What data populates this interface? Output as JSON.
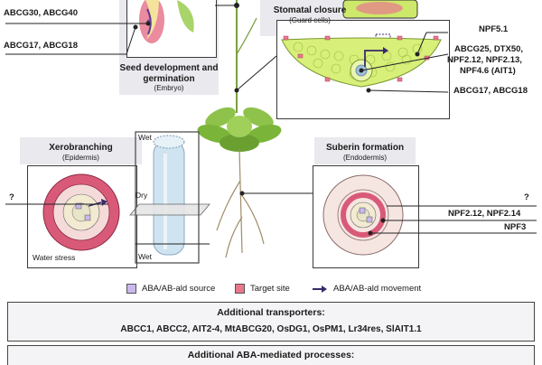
{
  "labels": {
    "seed_top": "ABCG30, ABCG40",
    "seed_bottom": "ABCG17, ABCG18",
    "guard_npf51": "NPF5.1",
    "guard_abcg25": "ABCG25, DTX50,",
    "guard_npf212": "NPF2.12, NPF2.13,",
    "guard_npf46": "NPF4.6 (AIT1)",
    "guard_abcg17": "ABCG17, ABCG18",
    "xero_q": "?",
    "sub_q": "?",
    "sub_npf212": "NPF2.12, NPF2.14",
    "sub_npf3": "NPF3"
  },
  "panels": {
    "seed": {
      "title": "Seed development and germination",
      "subtitle": "(Embryo)"
    },
    "stomata": {
      "title": "Stomatal closure",
      "subtitle": "(Guard cells)"
    },
    "xero": {
      "title": "Xerobranching",
      "subtitle": "(Epidermis)",
      "note": "Water stress"
    },
    "suberin": {
      "title": "Suberin formation",
      "subtitle": "(Endodermis)"
    },
    "root": {
      "wet_top": "Wet",
      "dry": "Dry",
      "wet_bottom": "Wet"
    }
  },
  "legend": {
    "source": "ABA/AB-ald source",
    "target": "Target site",
    "movement": "ABA/AB-ald movement",
    "colors": {
      "source": "#c9b8ec",
      "target": "#e8778e",
      "movement": "#3a2a6a"
    }
  },
  "boxes": {
    "transporters_title": "Additional transporters:",
    "transporters_list": "ABCC1, ABCC2, AIT2-4, MtABCG20, OsDG1, OsPM1, Lr34res, SlAIT1.1",
    "processes_title": "Additional ABA-mediated processes:"
  }
}
